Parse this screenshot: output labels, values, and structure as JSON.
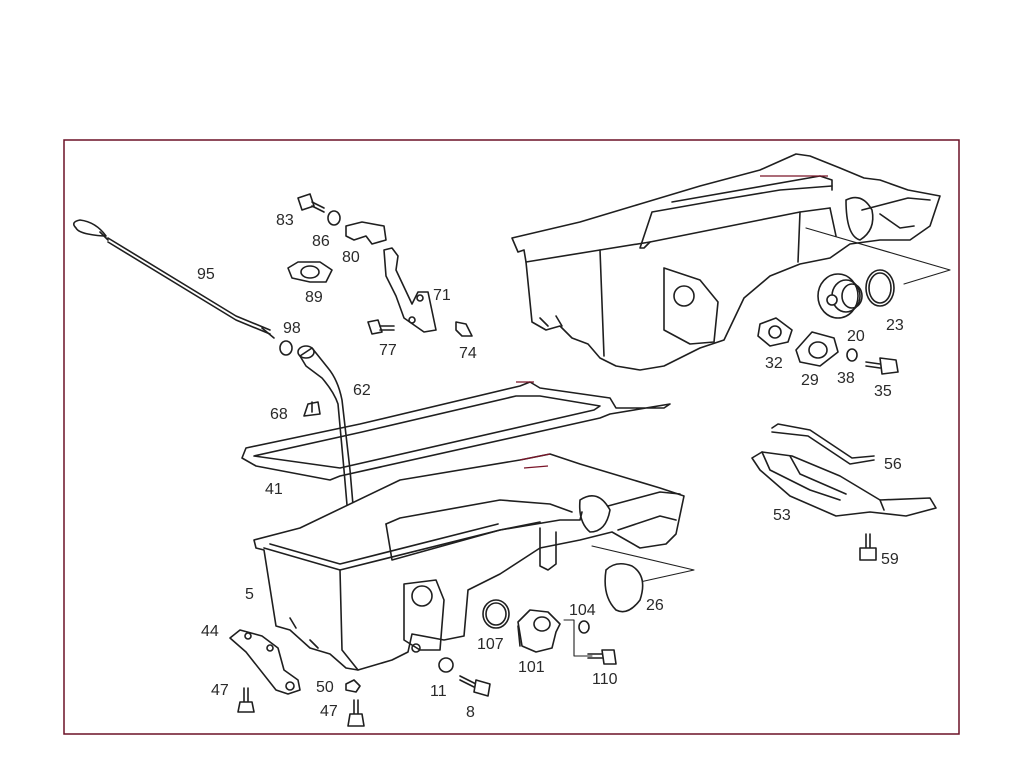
{
  "frame_color": "#6b1026",
  "line_color": "#1f1f1f",
  "labels": {
    "p95": "95",
    "p83": "83",
    "p86": "86",
    "p80": "80",
    "p89": "89",
    "p71": "71",
    "p77": "77",
    "p74": "74",
    "p98": "98",
    "p62": "62",
    "p68": "68",
    "p41": "41",
    "p5": "5",
    "p44": "44",
    "p47a": "47",
    "p50": "50",
    "p47b": "47",
    "p11": "11",
    "p8": "8",
    "p107": "107",
    "p101": "101",
    "p104": "104",
    "p110": "110",
    "p26": "26",
    "p53": "53",
    "p56": "56",
    "p59": "59",
    "p32": "32",
    "p29": "29",
    "p38": "38",
    "p35": "35",
    "p20": "20",
    "p23": "23"
  }
}
